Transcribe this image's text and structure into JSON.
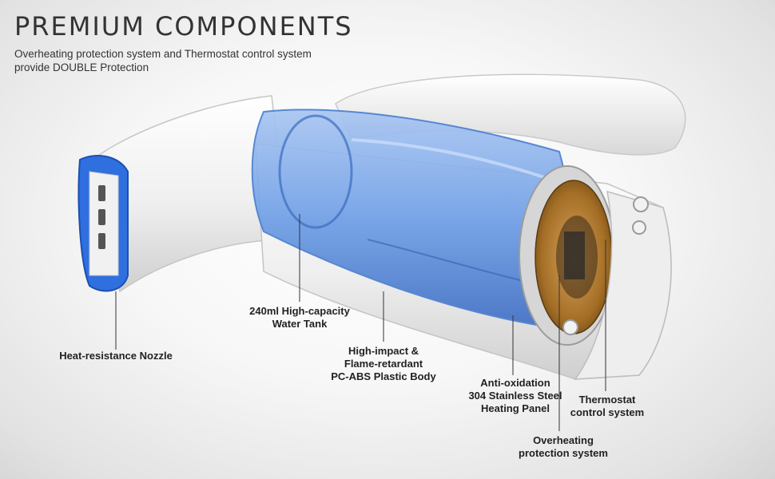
{
  "header": {
    "title": "PREMIUM COMPONENTS",
    "subtitle_line1": "Overheating protection system and Thermostat control system",
    "subtitle_line2": "provide DOUBLE Protection"
  },
  "callouts": {
    "nozzle": "Heat-resistance Nozzle",
    "tank_line1": "240ml High-capacity",
    "tank_line2": "Water Tank",
    "body_line1": "High-impact &",
    "body_line2": "Flame-retardant",
    "body_line3": "PC-ABS Plastic Body",
    "panel_line1": "Anti-oxidation",
    "panel_line2": "304 Stainless Steel",
    "panel_line3": "Heating Panel",
    "thermostat_line1": "Thermostat",
    "thermostat_line2": "control system",
    "overheat_line1": "Overheating",
    "overheat_line2": "protection system"
  },
  "colors": {
    "nozzle_blue": "#2f6fe0",
    "tank_blue": "#6f9fe6",
    "body_white": "#f4f4f4",
    "heater_gold": "#b07a2a"
  }
}
